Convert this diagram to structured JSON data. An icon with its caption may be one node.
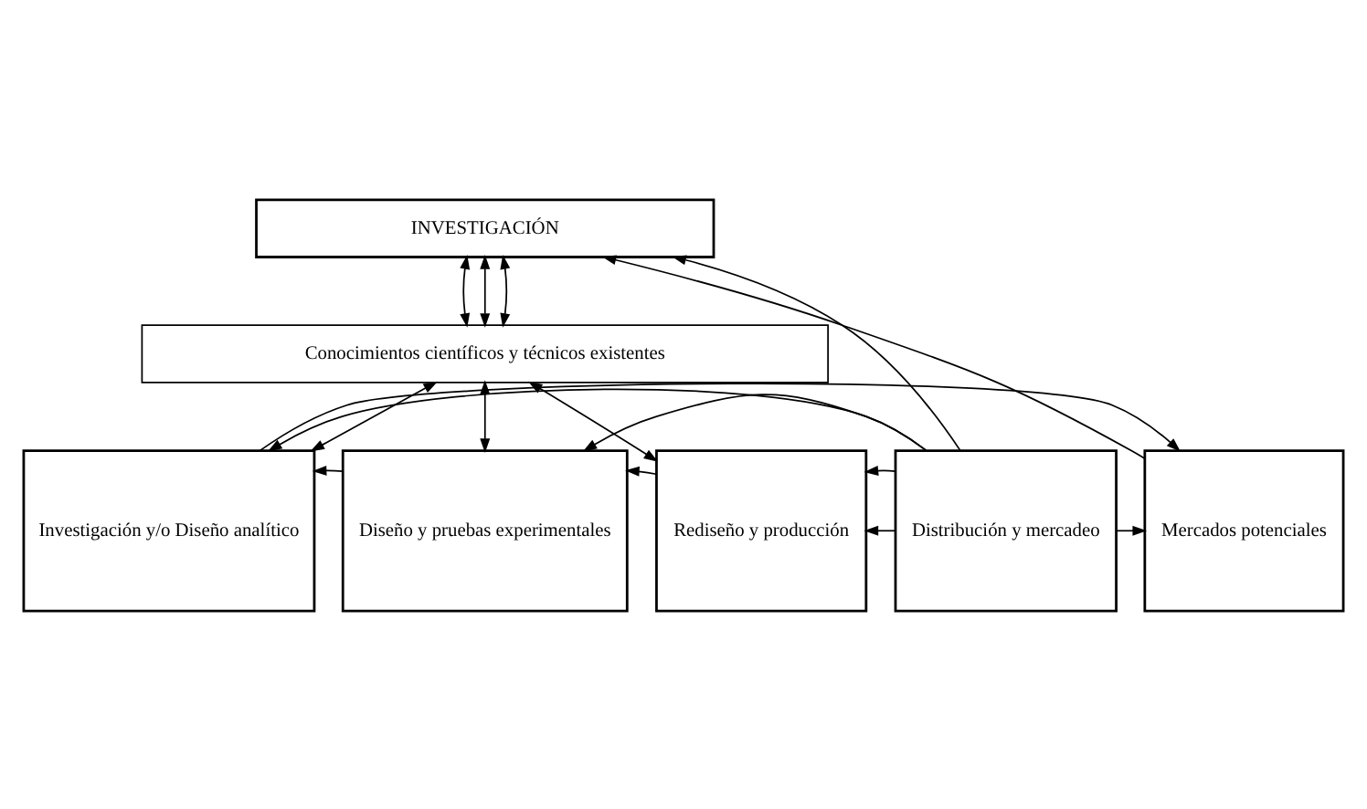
{
  "diagram": {
    "nodes": [
      {
        "text": [
          "INVESTIGACIÓN"
        ]
      },
      {
        "text": [
          "Conocimientos científicos y técnicos existentes"
        ]
      },
      {
        "text": [
          "Mercados potenciales"
        ]
      },
      {
        "text": [
          "Investigación y/o Diseño analítico"
        ]
      },
      {
        "text": [
          "Diseño y pruebas experimentales"
        ]
      },
      {
        "text": [
          "Rediseño y producción"
        ]
      },
      {
        "text": [
          "Distribución y mercadeo"
        ]
      }
    ],
    "edges": [
      {
        "from": 0,
        "to": 1,
        "arrow": "both"
      },
      {
        "from": 0,
        "to": 1,
        "arrow": "both"
      },
      {
        "from": 0,
        "to": 1,
        "arrow": "both"
      },
      {
        "from": 1,
        "to": 3,
        "arrow": "both"
      },
      {
        "from": 1,
        "to": 4,
        "arrow": "both"
      },
      {
        "from": 1,
        "to": 5,
        "arrow": "both"
      },
      {
        "from": 2,
        "to": 0,
        "arrow": "to"
      },
      {
        "from": 6,
        "to": 0,
        "arrow": "to"
      },
      {
        "from": 3,
        "to": 2,
        "arrow": "to"
      },
      {
        "from": 4,
        "to": 3,
        "arrow": "to"
      },
      {
        "from": 5,
        "to": 4,
        "arrow": "to"
      },
      {
        "from": 6,
        "to": 5,
        "arrow": "to"
      },
      {
        "from": 6,
        "to": 5,
        "arrow": "to"
      },
      {
        "from": 6,
        "to": 4,
        "arrow": "to"
      },
      {
        "from": 6,
        "to": 3,
        "arrow": "to"
      },
      {
        "from": 6,
        "to": 2,
        "arrow": "to"
      }
    ]
  }
}
